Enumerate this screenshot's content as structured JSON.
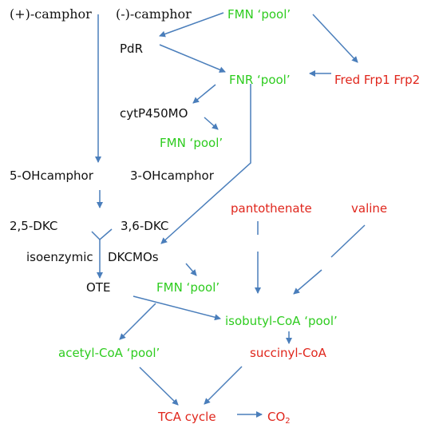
{
  "colors": {
    "arrow": "#4a7ebb",
    "black_text": "#111111",
    "green_text": "#2ecc1f",
    "red_text": "#e0261c",
    "background": "#ffffff"
  },
  "nodes": {
    "plus_camphor": "(+)-camphor",
    "minus_camphor": "(-)-camphor",
    "fmn_pool_top": "FMN ‘pool’",
    "pdr": "PdR",
    "fnr_pool": "FNR ‘pool’",
    "fred_frp": "Fred Frp1 Frp2",
    "cytp450mo": "cytP450MO",
    "fmn_pool_mid": "FMN ‘pool’",
    "ohcamphor_5": "5-OHcamphor",
    "ohcamphor_3": "3-OHcamphor",
    "pantothenate": "pantothenate",
    "valine": "valine",
    "dkc_25": "2,5-DKC",
    "dkc_36": "3,6-DKC",
    "isoenzymic": "isoenzymic",
    "dkcmos": "DKCMOs",
    "ote": "OTE",
    "fmn_pool_low": "FMN ‘pool’",
    "isobutyl_coa_pool": "isobutyl-CoA ‘pool’",
    "acetyl_coa_pool": "acetyl-CoA ‘pool’",
    "succinyl_coa": "succinyl-CoA",
    "tca_cycle": "TCA cycle",
    "co2_main": "CO",
    "co2_sub": "2"
  }
}
